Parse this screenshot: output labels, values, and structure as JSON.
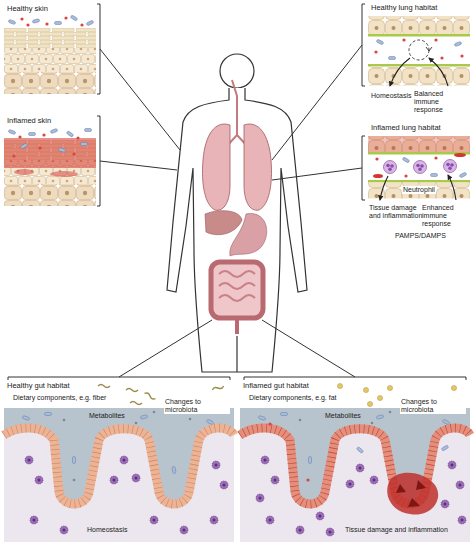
{
  "diagram": {
    "nodes": [
      {
        "text": [
          "Healthy skin"
        ]
      },
      {
        "text": [
          "Healthy lung habitat",
          "Homeostasis",
          "Balanced immune response"
        ]
      },
      {
        "text": [
          "Inflamed skin"
        ]
      },
      {
        "text": [
          "Inflamed lung habitat",
          "Tissue damage and inflammation",
          "Neutrophil",
          "Enhanced immune response",
          "PAMPS/DAMPS"
        ]
      },
      {
        "text": [
          "Healthy gut habitat",
          "Dietary components, e.g. fiber",
          "Metabolites",
          "Changes to microbiota",
          "Homeostasis"
        ]
      },
      {
        "text": [
          "Inflamed gut habitat",
          "Dietary components, e.g. fat",
          "Metabolites",
          "Changes to microbiota",
          "Tissue damage and inflammation"
        ]
      }
    ]
  }
}
